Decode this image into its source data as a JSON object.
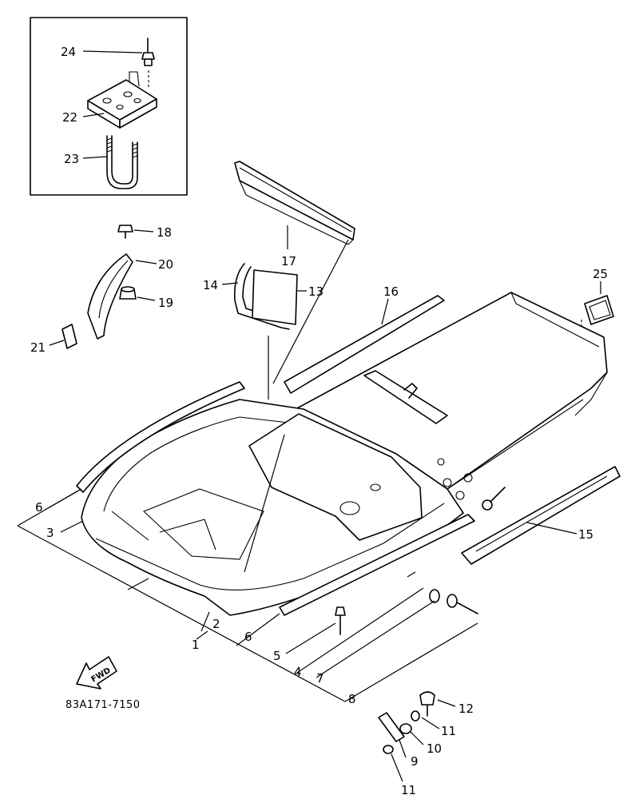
{
  "diagram": {
    "part_code": "83A171-7150",
    "direction_label": "FWD",
    "callouts": {
      "c1": "1",
      "c2": "2",
      "c3": "3",
      "c4": "4",
      "c5": "5",
      "c6a": "6",
      "c6b": "6",
      "c7": "7",
      "c8": "8",
      "c9": "9",
      "c10": "10",
      "c11a": "11",
      "c11b": "11",
      "c12": "12",
      "c13": "13",
      "c14": "14",
      "c15": "15",
      "c16": "16",
      "c17": "17",
      "c18": "18",
      "c19": "19",
      "c20": "20",
      "c21": "21",
      "c22": "22",
      "c23": "23",
      "c24": "24",
      "c25": "25"
    }
  }
}
